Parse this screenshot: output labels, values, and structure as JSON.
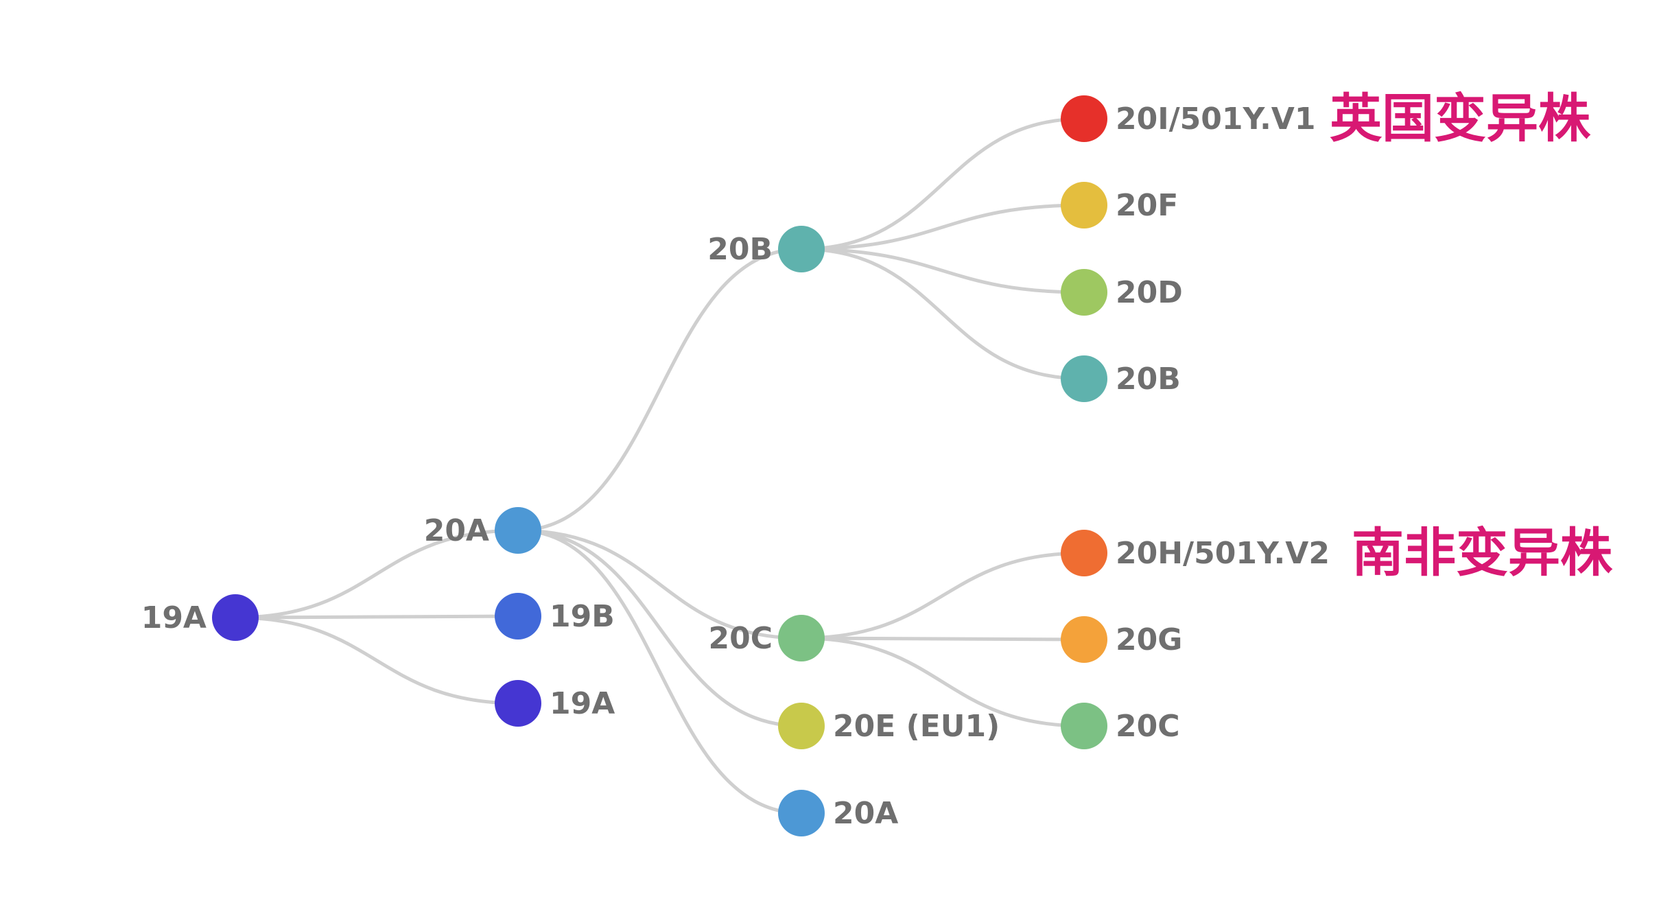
{
  "tree": {
    "id": "root",
    "label": "19A",
    "color": "#4536d2",
    "children": [
      {
        "id": "n20A",
        "label": "20A",
        "color": "#4d98d5",
        "children": [
          {
            "id": "n20B",
            "label": "20B",
            "color": "#5fb2ad",
            "children": [
              {
                "id": "l20I",
                "label": "20I/501Y.V1",
                "color": "#e6302a"
              },
              {
                "id": "l20F",
                "label": "20F",
                "color": "#e4be3e"
              },
              {
                "id": "l20D",
                "label": "20D",
                "color": "#9ec861"
              },
              {
                "id": "l20B",
                "label": "20B",
                "color": "#5fb2ad"
              }
            ]
          },
          {
            "id": "n20C",
            "label": "20C",
            "color": "#7cc184",
            "children": [
              {
                "id": "l20H",
                "label": "20H/501Y.V2",
                "color": "#ef6d32"
              },
              {
                "id": "l20G",
                "label": "20G",
                "color": "#f4a23a"
              },
              {
                "id": "l20C",
                "label": "20C",
                "color": "#7cc184"
              }
            ]
          },
          {
            "id": "l20E",
            "label": "20E (EU1)",
            "color": "#c8c94b"
          },
          {
            "id": "l20A",
            "label": "20A",
            "color": "#4d98d5"
          }
        ]
      },
      {
        "id": "l19B",
        "label": "19B",
        "color": "#4169d9"
      },
      {
        "id": "l19A",
        "label": "19A",
        "color": "#4536d2"
      }
    ]
  },
  "annotations": [
    {
      "node": "l20I",
      "text": "英国变异株",
      "color": "#d81873"
    },
    {
      "node": "l20H",
      "text": "南非变异株",
      "color": "#d81873"
    }
  ]
}
